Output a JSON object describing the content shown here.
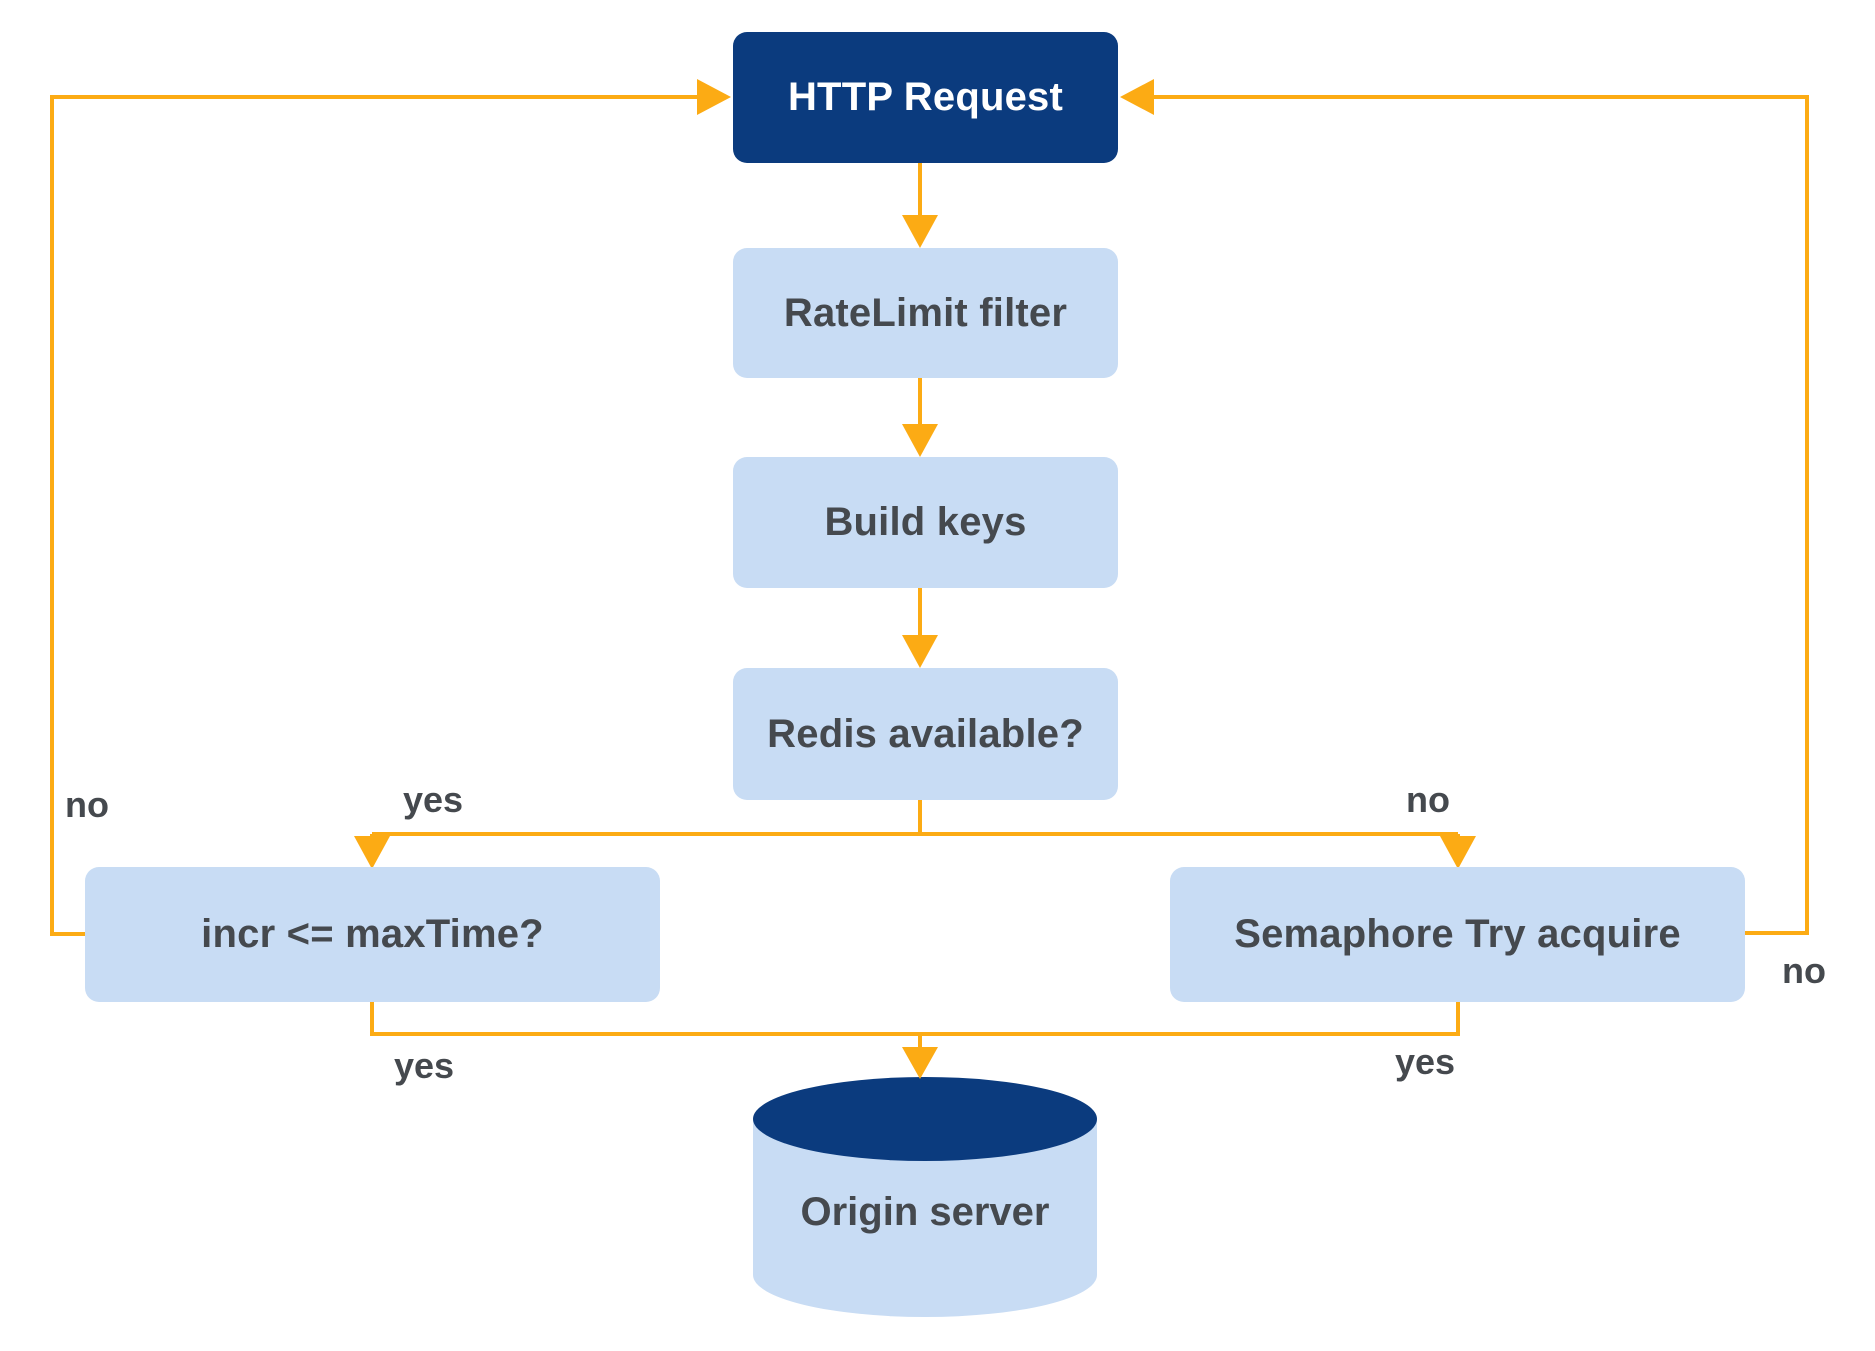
{
  "diagram": {
    "nodes": {
      "http_request": {
        "label": "HTTP Request"
      },
      "ratelimit_filter": {
        "label": "RateLimit filter"
      },
      "build_keys": {
        "label": "Build keys"
      },
      "redis_available": {
        "label": "Redis available?"
      },
      "incr_max_time": {
        "label": "incr <= maxTime?"
      },
      "semaphore_try": {
        "label": "Semaphore Try acquire"
      },
      "origin_server": {
        "label": "Origin server"
      }
    },
    "edge_labels": {
      "incr_no": "no",
      "redis_yes": "yes",
      "redis_no": "no",
      "semaphore_no": "no",
      "incr_yes": "yes",
      "semaphore_yes": "yes"
    },
    "colors": {
      "navy": "#0b3b7e",
      "light_blue": "#c8dcf4",
      "arrow_orange": "#fcab14",
      "label_gray": "#45494e",
      "node_text_light": "#ffffff",
      "background": "#ffffff"
    }
  }
}
